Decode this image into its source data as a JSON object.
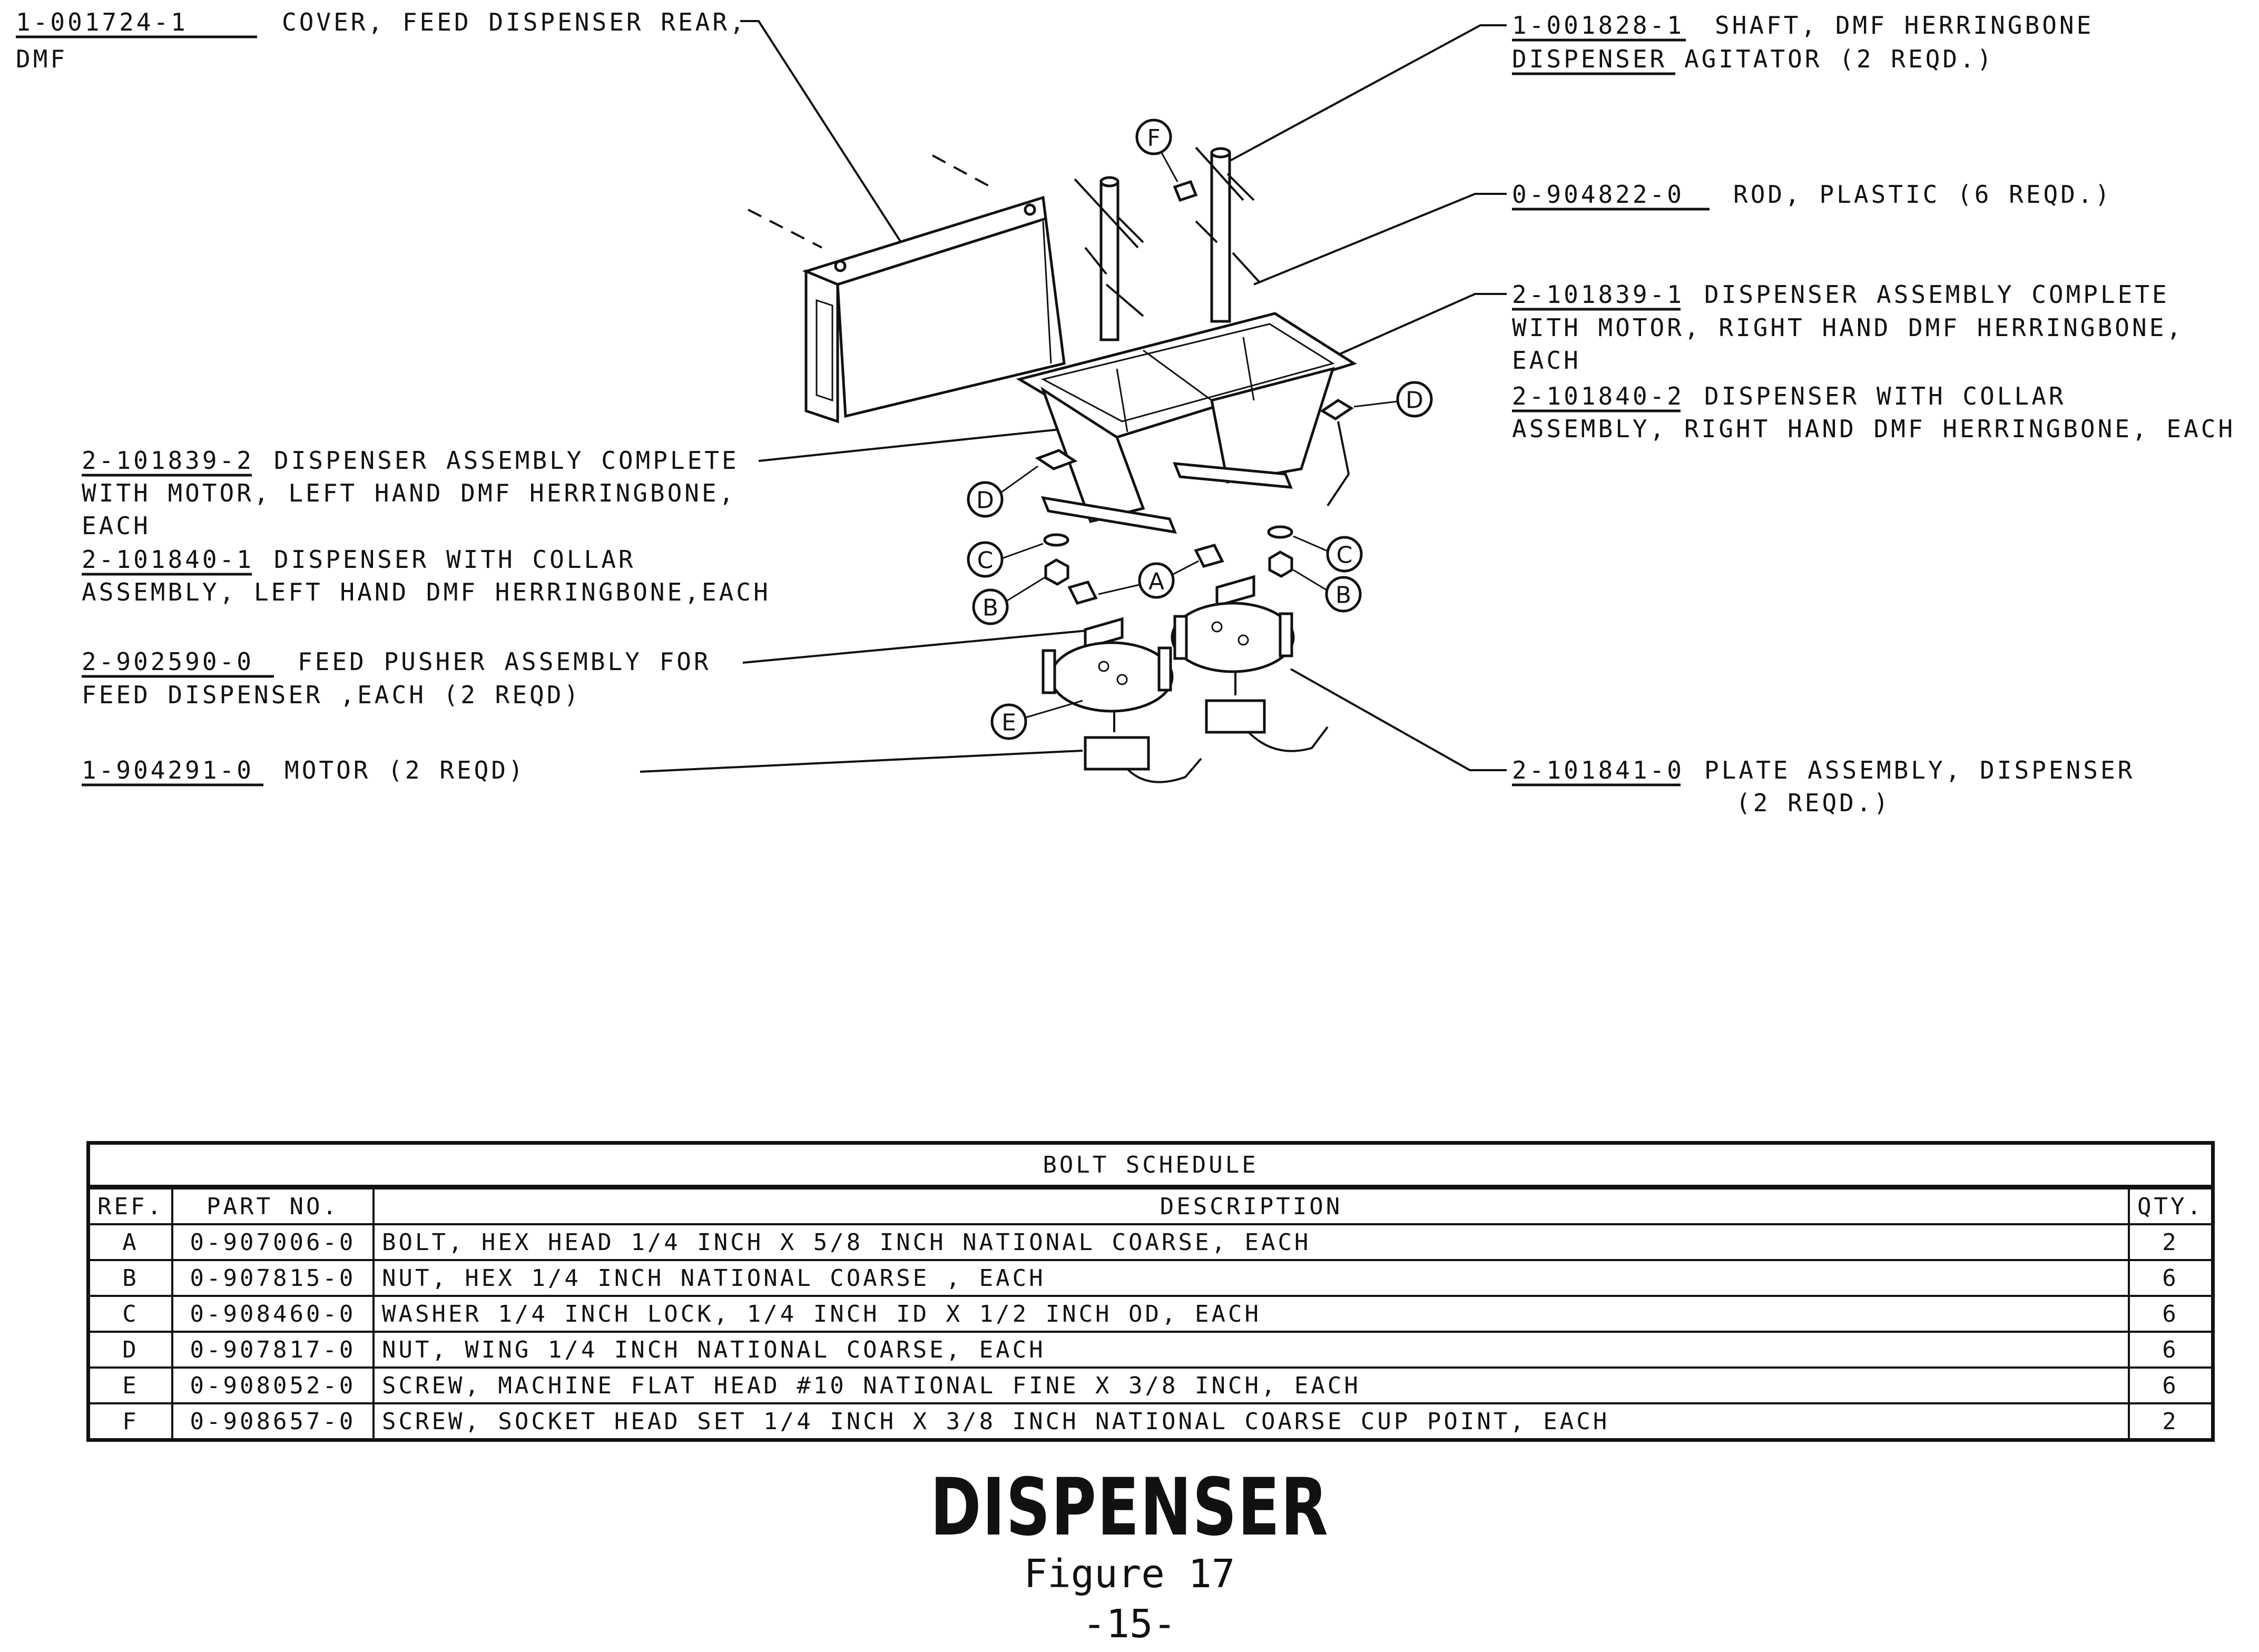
{
  "callouts": [
    {
      "part_no": "1-001724-1",
      "lines": [
        "COVER, FEED DISPENSER REAR,",
        "DMF"
      ]
    },
    {
      "part_no": "1-001828-1",
      "lines": [
        "SHAFT, DMF HERRINGBONE",
        "DISPENSER AGITATOR (2 REQD.)"
      ]
    },
    {
      "part_no": "0-904822-0",
      "lines": [
        "ROD, PLASTIC (6 REQD.)"
      ]
    },
    {
      "part_no": "2-101839-1",
      "lines": [
        "DISPENSER ASSEMBLY COMPLETE",
        "WITH MOTOR, RIGHT HAND DMF HERRINGBONE,",
        "EACH"
      ]
    },
    {
      "part_no": "2-101840-2",
      "lines": [
        "DISPENSER WITH COLLAR",
        "ASSEMBLY, RIGHT HAND DMF HERRINGBONE, EACH"
      ]
    },
    {
      "part_no": "2-101839-2",
      "lines": [
        "DISPENSER ASSEMBLY COMPLETE",
        "WITH MOTOR, LEFT HAND DMF HERRINGBONE,",
        "EACH"
      ]
    },
    {
      "part_no": "2-101840-1",
      "lines": [
        "DISPENSER WITH COLLAR",
        "ASSEMBLY, LEFT HAND DMF HERRINGBONE,EACH"
      ]
    },
    {
      "part_no": "2-902590-0",
      "lines": [
        "FEED PUSHER ASSEMBLY FOR",
        "FEED DISPENSER ,EACH (2 REQD)"
      ]
    },
    {
      "part_no": "1-904291-0",
      "lines": [
        "MOTOR  (2 REQD)"
      ]
    },
    {
      "part_no": "2-101841-0",
      "lines": [
        "PLATE ASSEMBLY, DISPENSER",
        "(2 REQD.)"
      ]
    }
  ],
  "ref_letters": {
    "a": "A",
    "b": "B",
    "c": "C",
    "d": "D",
    "e": "E",
    "f": "F"
  },
  "bolt_schedule": {
    "title": "BOLT SCHEDULE",
    "headers": {
      "ref": "REF.",
      "part_no": "PART NO.",
      "description": "DESCRIPTION",
      "qty": "QTY."
    },
    "rows": [
      {
        "ref": "A",
        "part_no": "0-907006-0",
        "description": "BOLT, HEX HEAD 1/4 INCH X 5/8 INCH NATIONAL COARSE, EACH",
        "qty": "2"
      },
      {
        "ref": "B",
        "part_no": "0-907815-0",
        "description": "NUT, HEX 1/4 INCH NATIONAL COARSE , EACH",
        "qty": "6"
      },
      {
        "ref": "C",
        "part_no": "0-908460-0",
        "description": "WASHER 1/4 INCH LOCK, 1/4 INCH ID X 1/2 INCH OD, EACH",
        "qty": "6"
      },
      {
        "ref": "D",
        "part_no": "0-907817-0",
        "description": "NUT, WING 1/4 INCH NATIONAL COARSE, EACH",
        "qty": "6"
      },
      {
        "ref": "E",
        "part_no": "0-908052-0",
        "description": "SCREW, MACHINE FLAT HEAD #10 NATIONAL FINE X 3/8 INCH, EACH",
        "qty": "6"
      },
      {
        "ref": "F",
        "part_no": "0-908657-0",
        "description": "SCREW, SOCKET HEAD SET 1/4 INCH X 3/8 INCH NATIONAL COARSE CUP POINT, EACH",
        "qty": "2"
      }
    ]
  },
  "figure": {
    "title": "DISPENSER",
    "label": "Figure 17",
    "page": "-15-"
  }
}
